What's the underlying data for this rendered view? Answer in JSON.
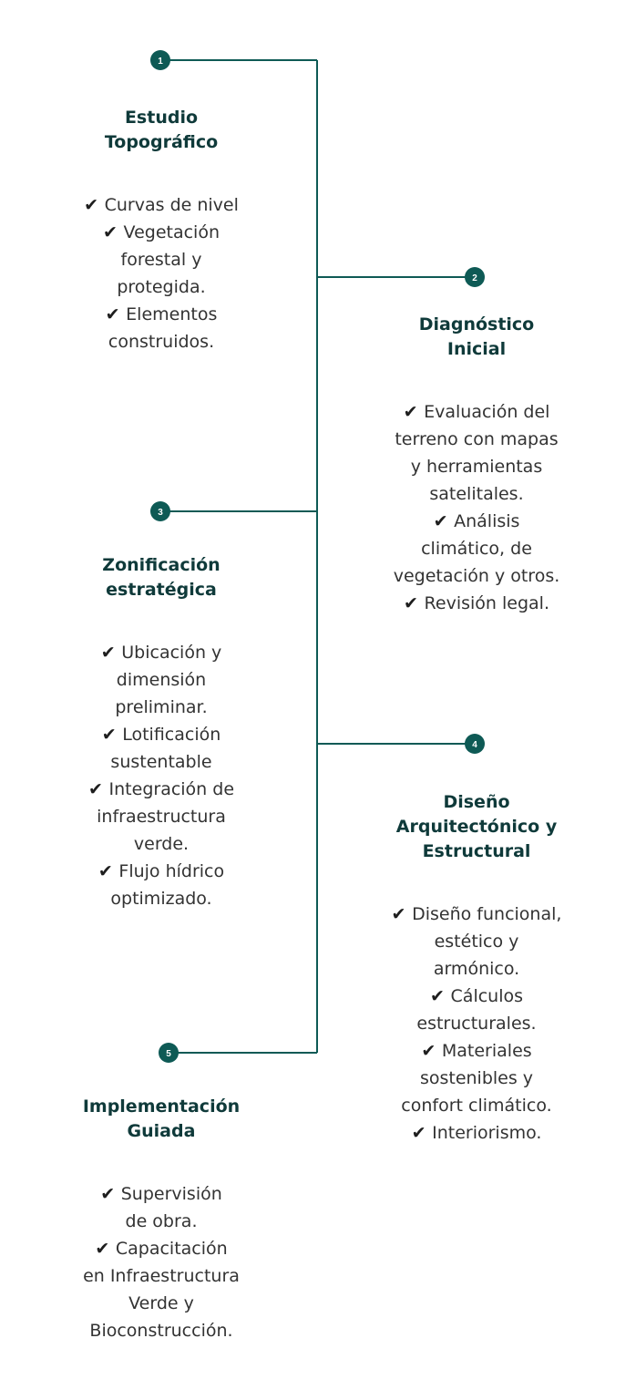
{
  "accent_color": "#0e5a55",
  "title_color": "#0f3a3a",
  "check_icon": "check-icon",
  "steps": [
    {
      "number": "1",
      "title_lines": [
        "Estudio",
        "Topográfico"
      ],
      "item_lines": [
        {
          "check": true,
          "text": "Curvas de nivel"
        },
        {
          "check": true,
          "text": "Vegetación"
        },
        {
          "check": false,
          "text": "forestal y"
        },
        {
          "check": false,
          "text": "protegida."
        },
        {
          "check": true,
          "text": "Elementos"
        },
        {
          "check": false,
          "text": "construidos."
        }
      ]
    },
    {
      "number": "2",
      "title_lines": [
        "Diagnóstico",
        "Inicial"
      ],
      "item_lines": [
        {
          "check": true,
          "text": "Evaluación del"
        },
        {
          "check": false,
          "text": "terreno con mapas"
        },
        {
          "check": false,
          "text": "y herramientas"
        },
        {
          "check": false,
          "text": "satelitales."
        },
        {
          "check": true,
          "text": "Análisis"
        },
        {
          "check": false,
          "text": "climático, de"
        },
        {
          "check": false,
          "text": "vegetación y otros."
        },
        {
          "check": true,
          "text": "Revisión legal."
        }
      ]
    },
    {
      "number": "3",
      "title_lines": [
        "Zonificación",
        "estratégica"
      ],
      "item_lines": [
        {
          "check": true,
          "text": "Ubicación y"
        },
        {
          "check": false,
          "text": "dimensión"
        },
        {
          "check": false,
          "text": "preliminar."
        },
        {
          "check": true,
          "text": "Lotificación"
        },
        {
          "check": false,
          "text": "sustentable"
        },
        {
          "check": true,
          "text": "Integración de"
        },
        {
          "check": false,
          "text": "infraestructura"
        },
        {
          "check": false,
          "text": "verde."
        },
        {
          "check": true,
          "text": "Flujo hídrico"
        },
        {
          "check": false,
          "text": "optimizado."
        }
      ]
    },
    {
      "number": "4",
      "title_lines": [
        "Diseño",
        "Arquitectónico y",
        "Estructural"
      ],
      "item_lines": [
        {
          "check": true,
          "text": "Diseño funcional,"
        },
        {
          "check": false,
          "text": "estético y"
        },
        {
          "check": false,
          "text": "armónico."
        },
        {
          "check": true,
          "text": "Cálculos"
        },
        {
          "check": false,
          "text": "estructurales."
        },
        {
          "check": true,
          "text": "Materiales"
        },
        {
          "check": false,
          "text": "sostenibles y"
        },
        {
          "check": false,
          "text": "confort climático."
        },
        {
          "check": true,
          "text": "Interiorismo."
        }
      ]
    },
    {
      "number": "5",
      "title_lines": [
        "Implementación",
        "Guiada"
      ],
      "item_lines": [
        {
          "check": true,
          "text": "Supervisión"
        },
        {
          "check": false,
          "text": "de obra."
        },
        {
          "check": true,
          "text": "Capacitación"
        },
        {
          "check": false,
          "text": "en Infraestructura"
        },
        {
          "check": false,
          "text": "Verde y"
        },
        {
          "check": false,
          "text": "Bioconstrucción."
        }
      ]
    }
  ]
}
